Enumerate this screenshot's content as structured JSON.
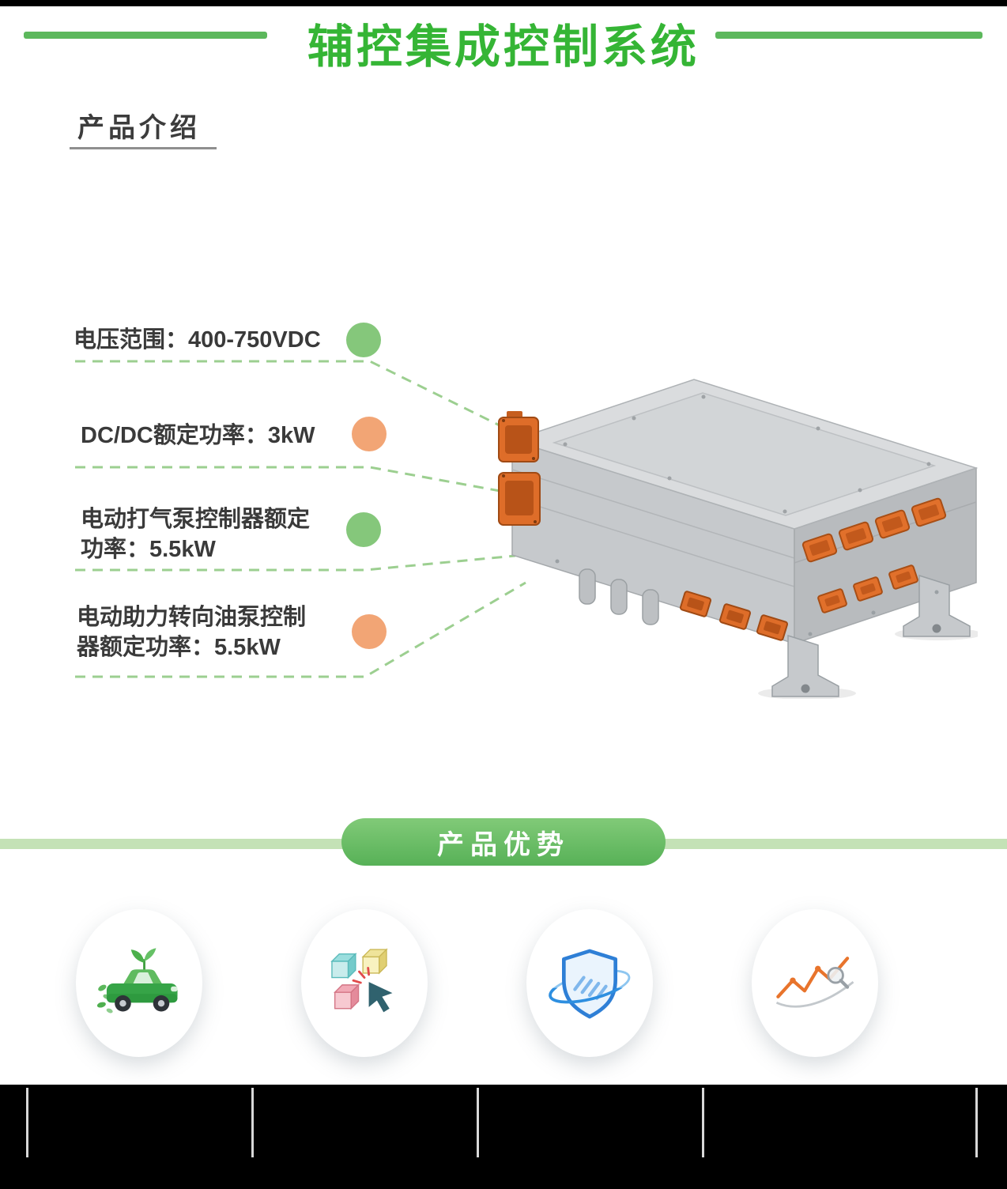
{
  "header": {
    "title": "辅控集成控制系统"
  },
  "intro": {
    "heading": "产品介绍",
    "specs": [
      {
        "line1": "电压范围：400-750VDC",
        "dot": "green"
      },
      {
        "line1": "DC/DC额定功率：3kW",
        "dot": "orange"
      },
      {
        "line1": "电动打气泵控制器额定",
        "line2": "功率：5.5kW",
        "dot": "green"
      },
      {
        "line1": "电动助力转向油泵控制",
        "line2": "器额定功率：5.5kW",
        "dot": "orange"
      }
    ]
  },
  "advantages": {
    "heading": "产品优势",
    "items": [
      {
        "icon": "eco-car-icon"
      },
      {
        "icon": "modular-cubes-icon"
      },
      {
        "icon": "security-shield-icon"
      },
      {
        "icon": "performance-chart-icon"
      }
    ]
  },
  "colors": {
    "title_green": "#35B535",
    "rule_green": "#5CB85C",
    "dashed_line_green": "#9CCF90",
    "dot_green": "#85C77B",
    "dot_orange": "#F2A575",
    "banner_green": "#57B157",
    "banner_bar_light_green": "#C4E2B6",
    "device_connector_orange": "#DE6D29",
    "device_metal_gray": "#D5D8DA"
  },
  "footer": {
    "column_divider_count": 5
  }
}
